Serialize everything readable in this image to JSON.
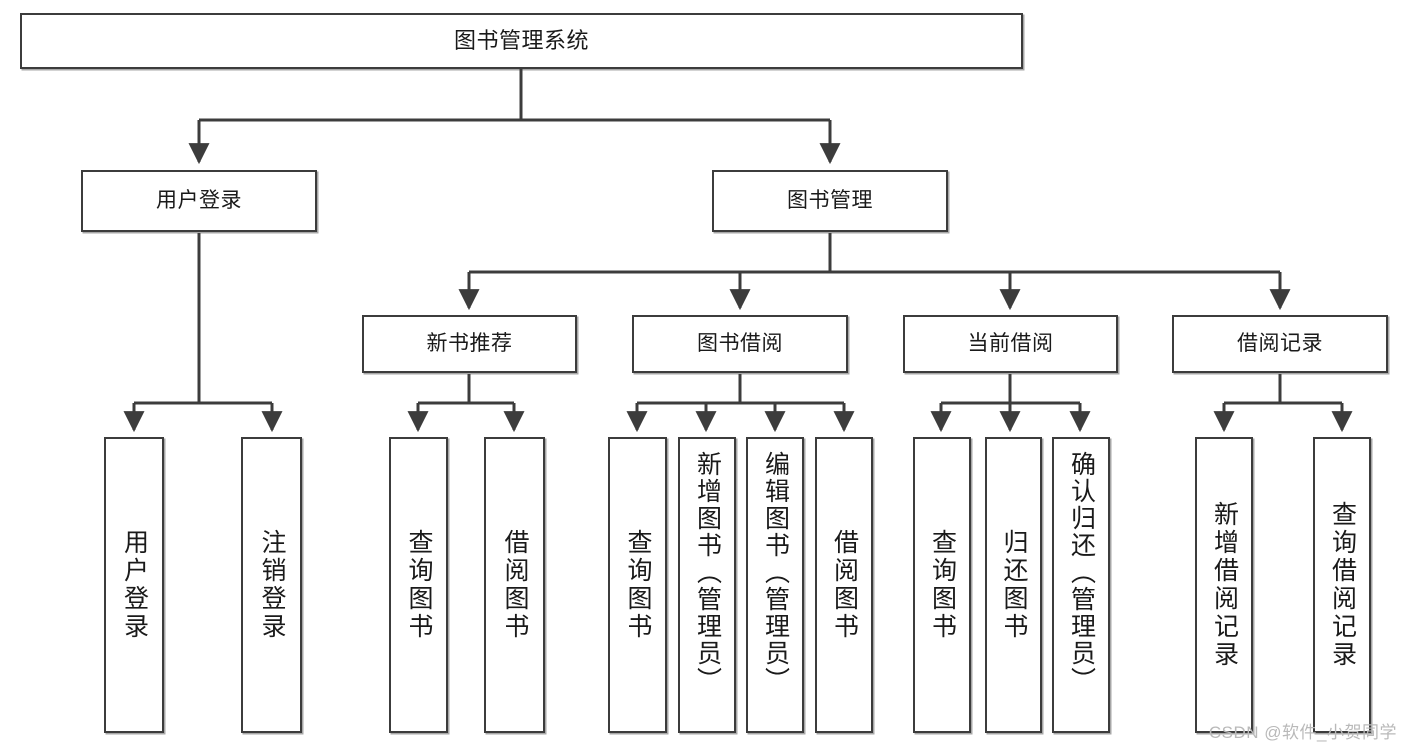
{
  "diagram": {
    "title": "图书管理系统",
    "type": "hierarchy-tree",
    "watermark": "CSDN @软件_小贺同学",
    "colors": {
      "border": "#3c3c3c",
      "fill": "#ffffff",
      "text": "#1a1a1a",
      "watermark": "#b9b9b9"
    },
    "nodes": {
      "root": {
        "label": "图书管理系统"
      },
      "level2": [
        {
          "id": "user-login",
          "label": "用户登录"
        },
        {
          "id": "book-management",
          "label": "图书管理"
        }
      ],
      "level3": [
        {
          "id": "new-book-recommend",
          "label": "新书推荐"
        },
        {
          "id": "book-borrow",
          "label": "图书借阅"
        },
        {
          "id": "current-borrow",
          "label": "当前借阅"
        },
        {
          "id": "borrow-record",
          "label": "借阅记录"
        }
      ],
      "leaves": {
        "user-login": [
          {
            "id": "leaf-user-login",
            "label": "用户登录"
          },
          {
            "id": "leaf-logout-login",
            "label": "注销登录"
          }
        ],
        "new-book-recommend": [
          {
            "id": "leaf-query-book-1",
            "label": "查询图书"
          },
          {
            "id": "leaf-borrow-book-1",
            "label": "借阅图书"
          }
        ],
        "book-borrow": [
          {
            "id": "leaf-query-book-2",
            "label": "查询图书"
          },
          {
            "id": "leaf-add-book",
            "label": "新增图书（管理员）"
          },
          {
            "id": "leaf-edit-book",
            "label": "编辑图书（管理员）"
          },
          {
            "id": "leaf-borrow-book-2",
            "label": "借阅图书"
          }
        ],
        "current-borrow": [
          {
            "id": "leaf-query-book-3",
            "label": "查询图书"
          },
          {
            "id": "leaf-return-book",
            "label": "归还图书"
          },
          {
            "id": "leaf-confirm-return",
            "label": "确认归还（管理员）"
          }
        ],
        "borrow-record": [
          {
            "id": "leaf-add-record",
            "label": "新增借阅记录"
          },
          {
            "id": "leaf-query-record",
            "label": "查询借阅记录"
          }
        ]
      }
    }
  }
}
